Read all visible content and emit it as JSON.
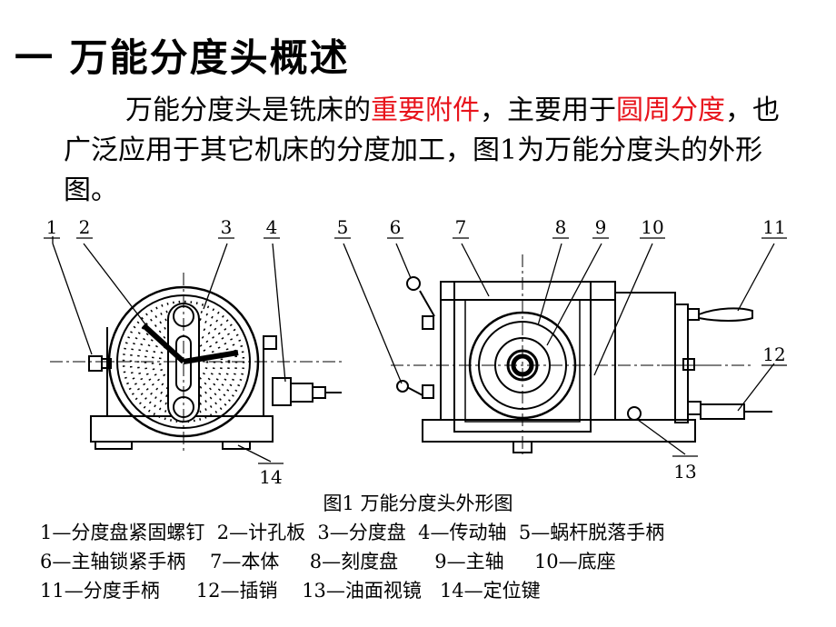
{
  "slide": {
    "title": "一 万能分度头概述",
    "paragraph": {
      "p1": "万能分度头是铣床的",
      "h1": "重要附件",
      "p2": "，主要用于",
      "h2": "圆周分度",
      "p3": "，也广泛应用于其它机床的分度加工，图1为万能分度头的外形图。"
    },
    "highlight_color": "#e8141c"
  },
  "figure": {
    "caption": "图1  万能分度头外形图",
    "callouts": [
      "1",
      "2",
      "3",
      "4",
      "5",
      "6",
      "7",
      "8",
      "9",
      "10",
      "11",
      "12",
      "13",
      "14"
    ],
    "legend_rows": [
      "1—分度盘紧固螺钉  2—计孔板  3—分度盘  4—传动轴  5—蜗杆脱落手柄",
      "6—主轴锁紧手柄    7—本体     8—刻度盘      9—主轴     10—底座",
      "11—分度手柄      12—插销    13—油面视镜   14—定位键"
    ]
  }
}
